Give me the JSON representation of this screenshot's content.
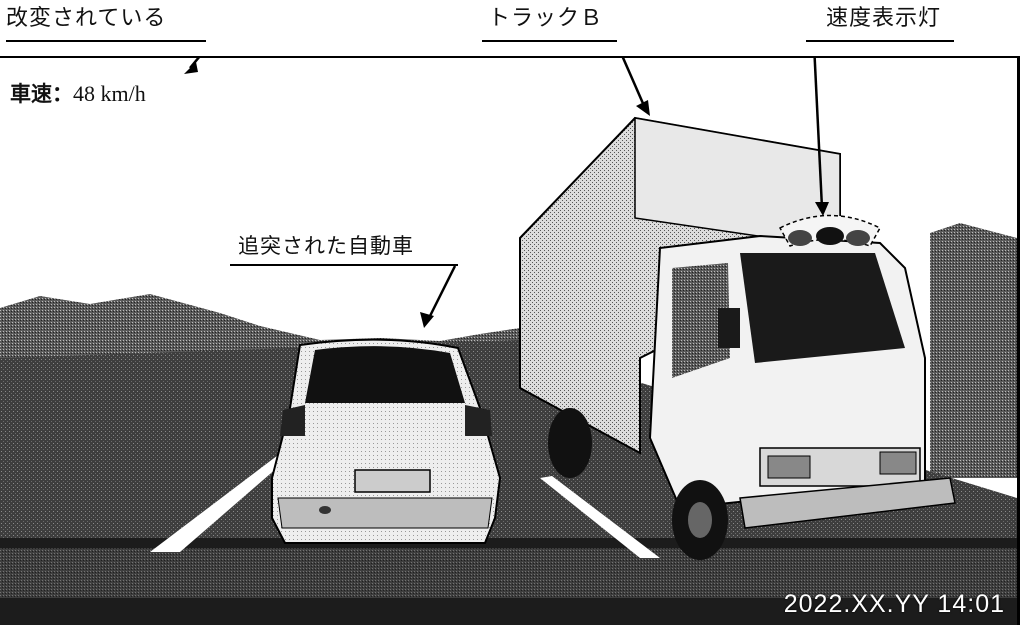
{
  "annotations": {
    "tampered": "改変されている",
    "truck_b": "トラックＢ",
    "speed_lamp": "速度表示灯",
    "rear_ended_car": "追突された自動車"
  },
  "hud": {
    "speed_label": "車速",
    "speed_separator": "：",
    "speed_value": "48 km/h",
    "timestamp": "2022.XX.YY  14:01"
  }
}
